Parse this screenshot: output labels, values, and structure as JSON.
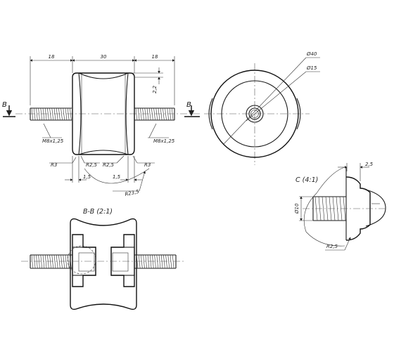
{
  "dimensions": {
    "d18_left": "18",
    "d30": "30",
    "d18_right": "18",
    "d2_2": "2,2",
    "m8_left": "M8x1,25",
    "m8_right": "M8x1,25",
    "r3_left": "R3",
    "r2_5_left": "R2,5",
    "r2_5_right": "R2,5",
    "r3_right": "R3",
    "d1_5_left": "1,5",
    "d1_5_right": "1,5",
    "r23_5": "R23,5",
    "dia40": "Ø40",
    "dia15": "Ø15",
    "d2_5": "2,5",
    "dia10": "Ø10",
    "r2_5_detail": "R2,5"
  },
  "labels": {
    "section_b_left": "B",
    "section_b_right": "B",
    "section_title": "B-B (2:1)",
    "detail_title": "C (4:1)"
  }
}
